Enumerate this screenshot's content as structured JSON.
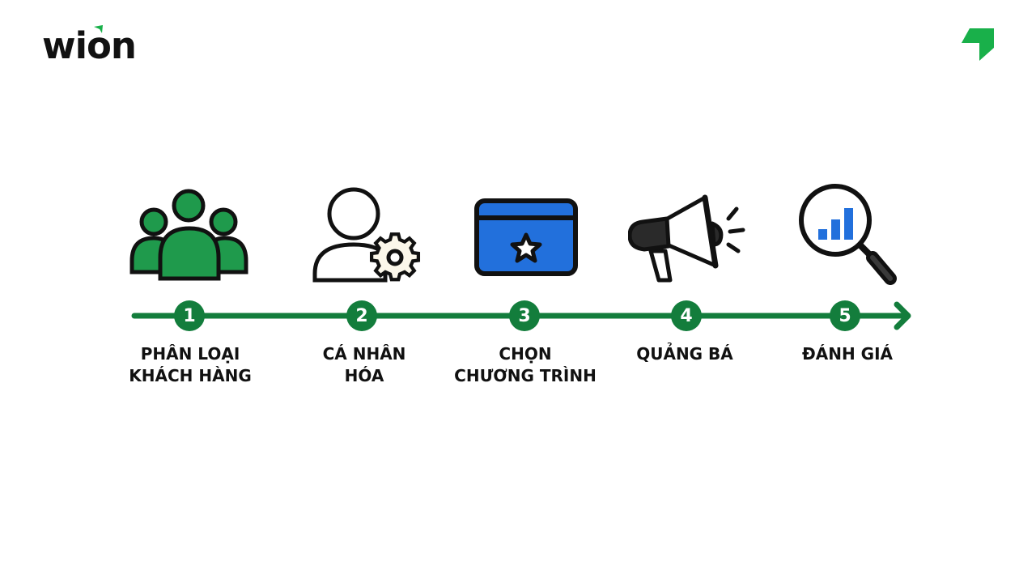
{
  "brand": {
    "name": "wion",
    "accent": "#19b04a",
    "dark": "#111111"
  },
  "timeline": {
    "color": "#137d3c"
  },
  "steps": [
    {
      "number": "1",
      "line1": "PHÂN LOẠI",
      "line2": "KHÁCH HÀNG",
      "icon": "people-group-icon"
    },
    {
      "number": "2",
      "line1": "CÁ NHÂN",
      "line2": "HÓA",
      "icon": "user-gear-icon"
    },
    {
      "number": "3",
      "line1": "CHỌN",
      "line2": "CHƯƠNG TRÌNH",
      "icon": "star-card-icon"
    },
    {
      "number": "4",
      "line1": "QUẢNG BÁ",
      "line2": "",
      "icon": "megaphone-icon"
    },
    {
      "number": "5",
      "line1": "ĐÁNH GIÁ",
      "line2": "",
      "icon": "magnifier-chart-icon"
    }
  ]
}
